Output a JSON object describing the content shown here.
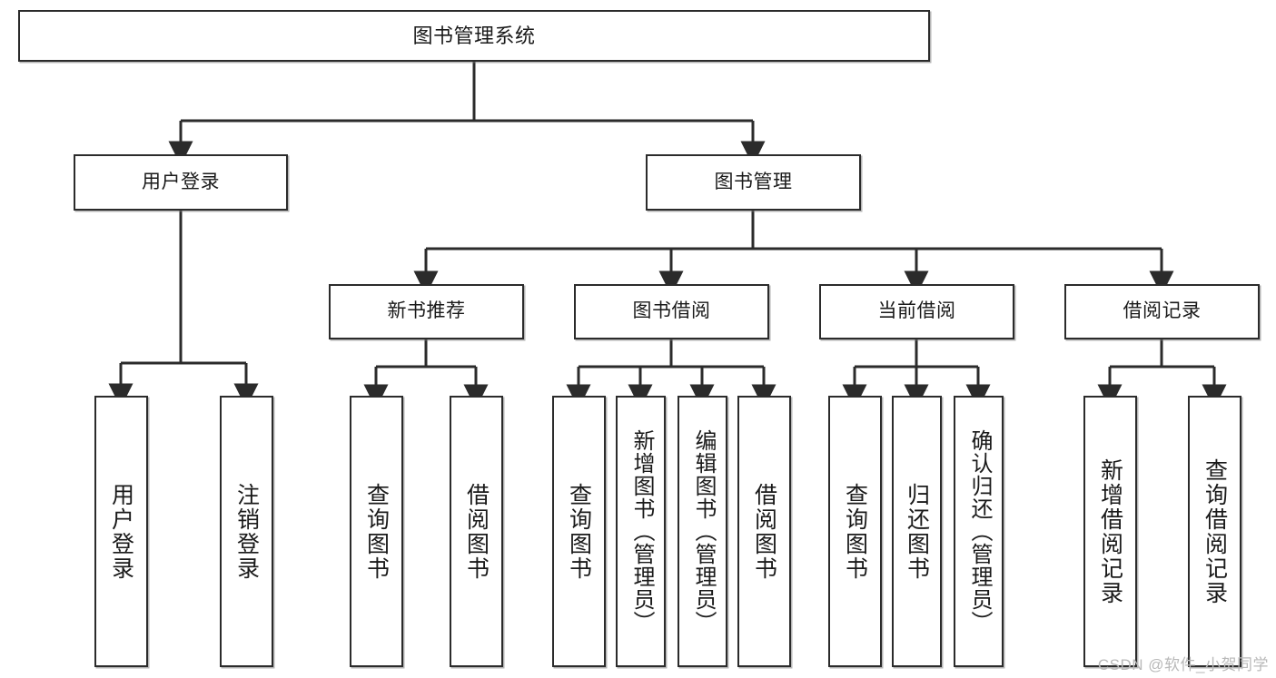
{
  "diagram": {
    "title_node": {
      "label": "图书管理系统"
    },
    "level2": [
      {
        "label": "用户登录"
      },
      {
        "label": "图书管理"
      }
    ],
    "level3": [
      {
        "label": "新书推荐"
      },
      {
        "label": "图书借阅"
      },
      {
        "label": "当前借阅"
      },
      {
        "label": "借阅记录"
      }
    ],
    "leaves": [
      {
        "label": "用户登录"
      },
      {
        "label": "注销登录"
      },
      {
        "label": "查询图书"
      },
      {
        "label": "借阅图书"
      },
      {
        "label": "查询图书"
      },
      {
        "label": "新增图书（管理员）"
      },
      {
        "label": "编辑图书（管理员）"
      },
      {
        "label": "借阅图书"
      },
      {
        "label": "查询图书"
      },
      {
        "label": "归还图书"
      },
      {
        "label": "确认归还（管理员）"
      },
      {
        "label": "新增借阅记录"
      },
      {
        "label": "查询借阅记录"
      }
    ]
  },
  "watermark": {
    "text": "CSDN @软件_小贺同学"
  },
  "colors": {
    "box_border": "#2b2b2b",
    "box_fill": "#ffffff",
    "connector": "#2b2b2b",
    "text": "#1a1a1a",
    "watermark": "#b9b9b9",
    "background": "#ffffff"
  }
}
